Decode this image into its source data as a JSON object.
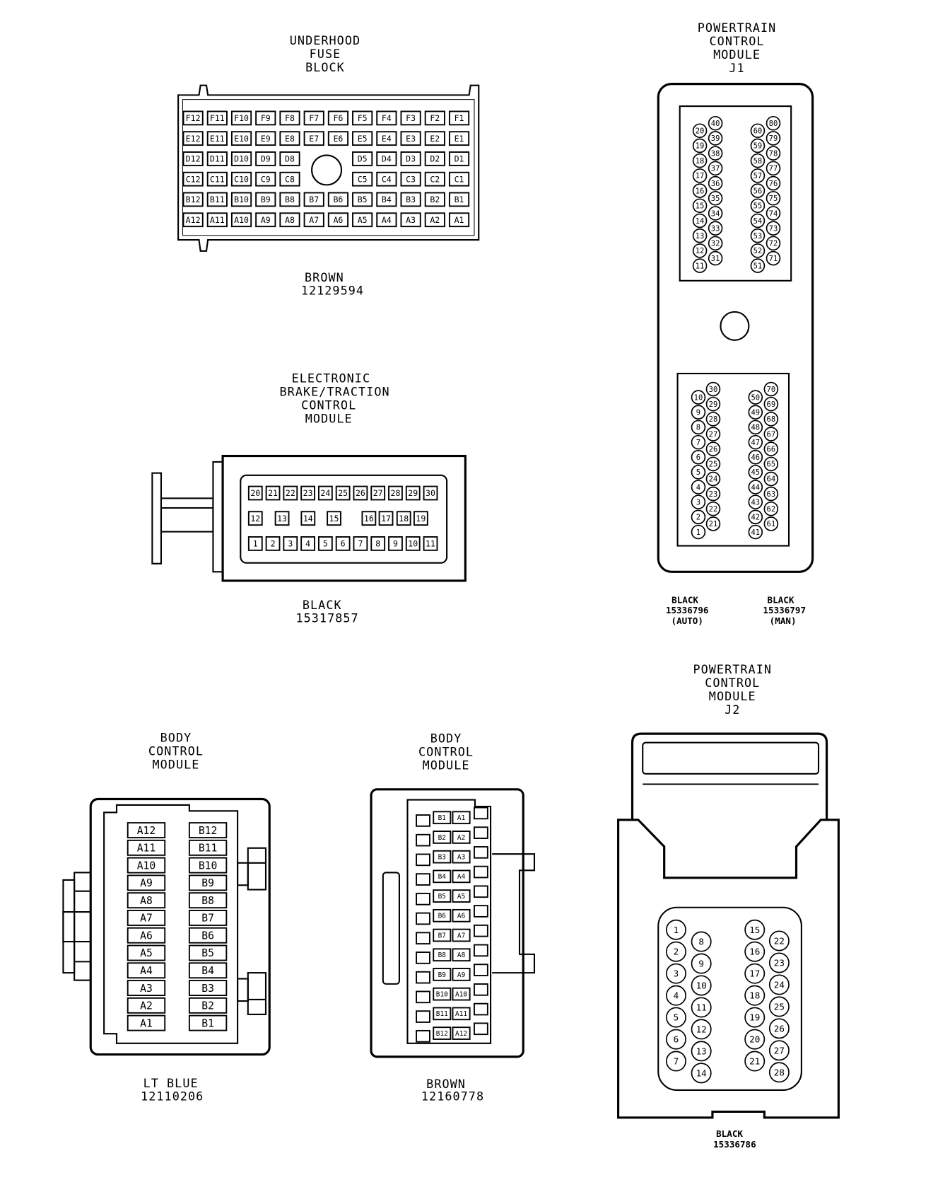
{
  "fuse_block": {
    "title": [
      "UNDERHOOD",
      "FUSE",
      "BLOCK"
    ],
    "color": "BROWN",
    "part_number": "12129594",
    "rows": [
      [
        "F12",
        "F11",
        "F10",
        "F9",
        "F8",
        "F7",
        "F6",
        "F5",
        "F4",
        "F3",
        "F2",
        "F1"
      ],
      [
        "E12",
        "E11",
        "E10",
        "E9",
        "E8",
        "E7",
        "E6",
        "E5",
        "E4",
        "E3",
        "E2",
        "E1"
      ],
      [
        "D12",
        "D11",
        "D10",
        "D9",
        "D8",
        null,
        null,
        "D5",
        "D4",
        "D3",
        "D2",
        "D1"
      ],
      [
        "C12",
        "C11",
        "C10",
        "C9",
        "C8",
        null,
        null,
        "C5",
        "C4",
        "C3",
        "C2",
        "C1"
      ],
      [
        "B12",
        "B11",
        "B10",
        "B9",
        "B8",
        "B7",
        "B6",
        "B5",
        "B4",
        "B3",
        "B2",
        "B1"
      ],
      [
        "A12",
        "A11",
        "A10",
        "A9",
        "A8",
        "A7",
        "A6",
        "A5",
        "A4",
        "A3",
        "A2",
        "A1"
      ]
    ]
  },
  "pcm_j1": {
    "title": [
      "POWERTRAIN",
      "CONTROL",
      "MODULE",
      "J1"
    ],
    "variants": [
      {
        "color": "BLACK",
        "part_number": "15336796",
        "note": "(AUTO)"
      },
      {
        "color": "BLACK",
        "part_number": "15336797",
        "note": "(MAN)"
      }
    ],
    "upper_cavity": {
      "columns": [
        [
          "20",
          "19",
          "18",
          "17",
          "16",
          "15",
          "14",
          "13",
          "12",
          "11"
        ],
        [
          "40",
          "39",
          "38",
          "37",
          "36",
          "35",
          "34",
          "33",
          "32",
          "31"
        ],
        [
          "60",
          "59",
          "58",
          "57",
          "56",
          "55",
          "54",
          "53",
          "52",
          "51"
        ],
        [
          "80",
          "79",
          "78",
          "77",
          "76",
          "75",
          "74",
          "73",
          "72",
          "71"
        ]
      ]
    },
    "lower_cavity": {
      "columns": [
        [
          "10",
          "9",
          "8",
          "7",
          "6",
          "5",
          "4",
          "3",
          "2",
          "1"
        ],
        [
          "30",
          "29",
          "28",
          "27",
          "26",
          "25",
          "24",
          "23",
          "22",
          "21"
        ],
        [
          "50",
          "49",
          "48",
          "47",
          "46",
          "45",
          "44",
          "43",
          "42",
          "41"
        ],
        [
          "70",
          "69",
          "68",
          "67",
          "66",
          "65",
          "64",
          "63",
          "62",
          "61"
        ]
      ]
    }
  },
  "ebtcm": {
    "title": [
      "ELECTRONIC",
      "BRAKE/TRACTION",
      "CONTROL",
      "MODULE"
    ],
    "color": "BLACK",
    "part_number": "15317857",
    "rows": [
      [
        "20",
        "21",
        "22",
        "23",
        "24",
        "25",
        "26",
        "27",
        "28",
        "29",
        "30"
      ],
      [
        "12",
        "13",
        "14",
        "15",
        "16",
        "17",
        "18",
        "19"
      ],
      [
        "1",
        "2",
        "3",
        "4",
        "5",
        "6",
        "7",
        "8",
        "9",
        "10",
        "11"
      ]
    ]
  },
  "bcm_lt_blue": {
    "title": [
      "BODY",
      "CONTROL",
      "MODULE"
    ],
    "color": "LT BLUE",
    "part_number": "12110206",
    "columns": [
      [
        "A12",
        "A11",
        "A10",
        "A9",
        "A8",
        "A7",
        "A6",
        "A5",
        "A4",
        "A3",
        "A2",
        "A1"
      ],
      [
        "B12",
        "B11",
        "B10",
        "B9",
        "B8",
        "B7",
        "B6",
        "B5",
        "B4",
        "B3",
        "B2",
        "B1"
      ]
    ]
  },
  "bcm_brown": {
    "title": [
      "BODY",
      "CONTROL",
      "MODULE"
    ],
    "color": "BROWN",
    "part_number": "12160778",
    "columns": [
      [
        "B1",
        "B2",
        "B3",
        "B4",
        "B5",
        "B6",
        "B7",
        "B8",
        "B9",
        "B10",
        "B11",
        "B12"
      ],
      [
        "A1",
        "A2",
        "A3",
        "A4",
        "A5",
        "A6",
        "A7",
        "A8",
        "A9",
        "A10",
        "A11",
        "A12"
      ]
    ]
  },
  "pcm_j2": {
    "title": [
      "POWERTRAIN",
      "CONTROL",
      "MODULE",
      "J2"
    ],
    "color": "BLACK",
    "part_number": "15336786",
    "columns": [
      [
        "1",
        "2",
        "3",
        "4",
        "5",
        "6",
        "7"
      ],
      [
        "8",
        "9",
        "10",
        "11",
        "12",
        "13",
        "14"
      ],
      [
        "15",
        "16",
        "17",
        "18",
        "19",
        "20",
        "21"
      ],
      [
        "22",
        "23",
        "24",
        "25",
        "26",
        "27",
        "28"
      ]
    ]
  }
}
